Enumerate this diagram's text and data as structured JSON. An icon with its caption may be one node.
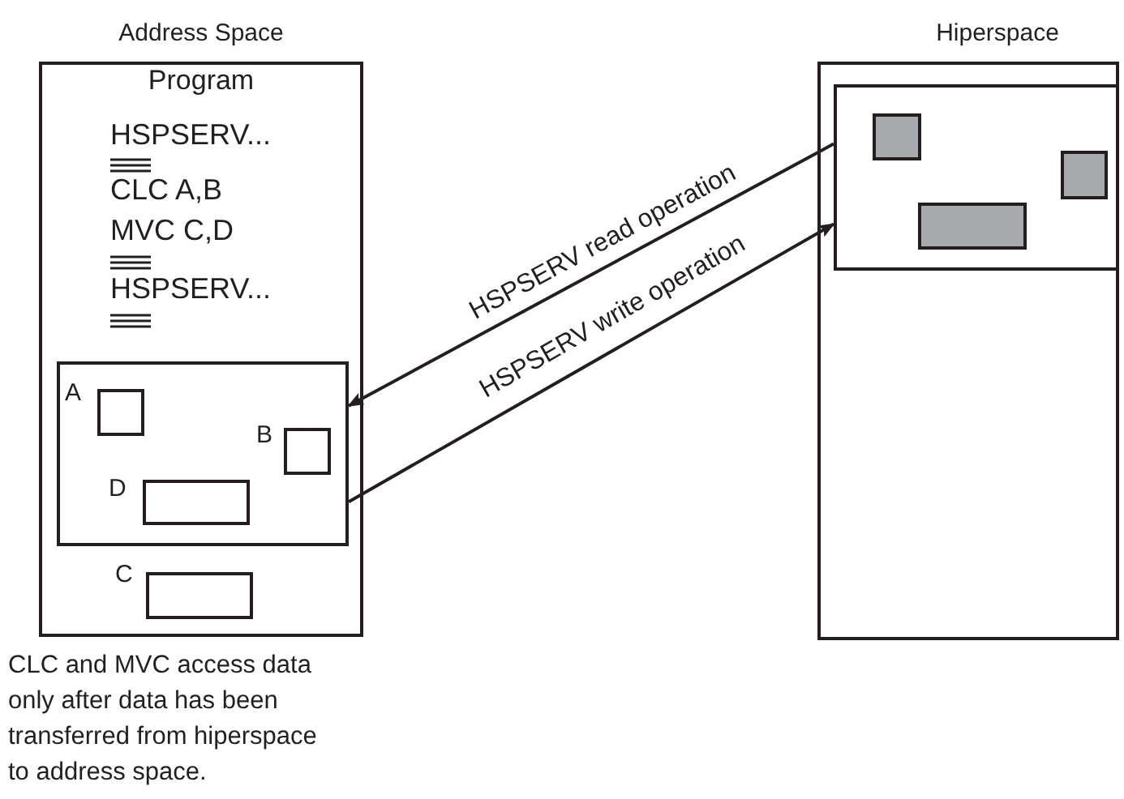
{
  "diagram": {
    "caption": "CLC and MVC access data only after data has been transferred from hiperspace to address space.",
    "nodes": [
      {
        "text": [
          "Address Space",
          "Program",
          "HSPSERV...",
          "CLC A,B",
          "MVC C,D",
          "HSPSERV..."
        ]
      },
      {
        "text": [],
        "shape": "box",
        "in": 0
      },
      {
        "text": [
          "A"
        ],
        "in": 1
      },
      {
        "text": [
          "B"
        ],
        "in": 1
      },
      {
        "text": [
          "D"
        ],
        "in": 1
      },
      {
        "text": [
          "C"
        ],
        "in": 0
      },
      {
        "text": [
          "Hiperspace"
        ]
      },
      {
        "text": [],
        "shape": "box",
        "in": 6
      },
      {
        "text": [],
        "shape": "box",
        "in": 7
      },
      {
        "text": [],
        "shape": "box",
        "in": 7
      },
      {
        "text": [],
        "shape": "box",
        "in": 7
      }
    ],
    "edges": [
      {
        "from": 7,
        "to": 1,
        "arrow": "to",
        "label": "HSPSERV read operation"
      },
      {
        "from": 1,
        "to": 7,
        "arrow": "to",
        "label": "HSPSERV write operation"
      }
    ]
  }
}
